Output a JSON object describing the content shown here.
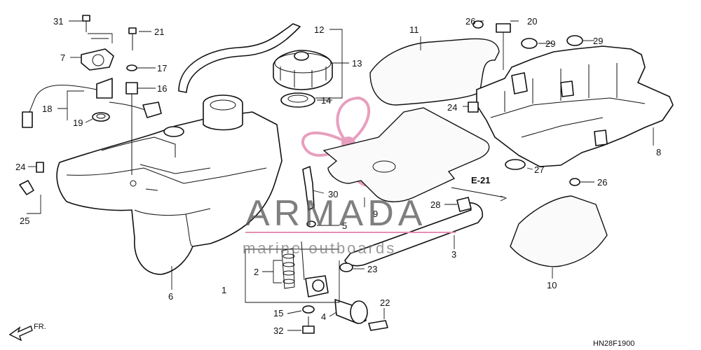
{
  "diagram": {
    "code": "HN28F1900",
    "ref_label": "E-21",
    "front_label": "FR.",
    "watermark": {
      "title": "ARMADA",
      "subtitle": "marine outboards",
      "accent": "#e58fb3"
    },
    "callouts": [
      {
        "id": "n31",
        "text": "31"
      },
      {
        "id": "n21",
        "text": "21"
      },
      {
        "id": "n7",
        "text": "7"
      },
      {
        "id": "n17",
        "text": "17"
      },
      {
        "id": "n16",
        "text": "16"
      },
      {
        "id": "n18",
        "text": "18"
      },
      {
        "id": "n19",
        "text": "19"
      },
      {
        "id": "n24a",
        "text": "24"
      },
      {
        "id": "n25",
        "text": "25"
      },
      {
        "id": "n6",
        "text": "6"
      },
      {
        "id": "n12",
        "text": "12"
      },
      {
        "id": "n13",
        "text": "13"
      },
      {
        "id": "n14",
        "text": "14"
      },
      {
        "id": "n11",
        "text": "11"
      },
      {
        "id": "n26a",
        "text": "26"
      },
      {
        "id": "n20",
        "text": "20"
      },
      {
        "id": "n29a",
        "text": "29"
      },
      {
        "id": "n29b",
        "text": "29"
      },
      {
        "id": "n24b",
        "text": "24"
      },
      {
        "id": "n8",
        "text": "8"
      },
      {
        "id": "n27",
        "text": "27"
      },
      {
        "id": "n26b",
        "text": "26"
      },
      {
        "id": "n30",
        "text": "30"
      },
      {
        "id": "n9",
        "text": "9"
      },
      {
        "id": "n5",
        "text": "5"
      },
      {
        "id": "n28",
        "text": "28"
      },
      {
        "id": "n3",
        "text": "3"
      },
      {
        "id": "n2",
        "text": "2"
      },
      {
        "id": "n1",
        "text": "1"
      },
      {
        "id": "n23",
        "text": "23"
      },
      {
        "id": "n15",
        "text": "15"
      },
      {
        "id": "n32",
        "text": "32"
      },
      {
        "id": "n4",
        "text": "4"
      },
      {
        "id": "n22",
        "text": "22"
      },
      {
        "id": "n10",
        "text": "10"
      }
    ]
  }
}
